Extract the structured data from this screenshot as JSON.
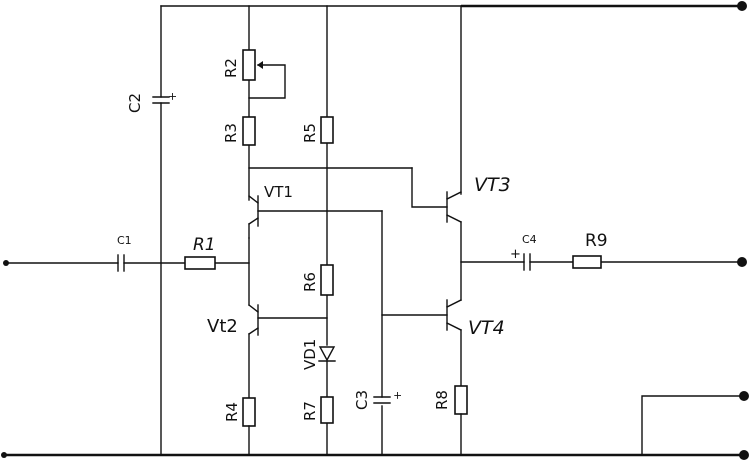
{
  "labels": {
    "R1": "R1",
    "R2": "R2",
    "R3": "R3",
    "R4": "R4",
    "R5": "R5",
    "R6": "R6",
    "R7": "R7",
    "R8": "R8",
    "R9": "R9",
    "C1": "C1",
    "C2": "C2",
    "C3": "C3",
    "C4": "C4",
    "VT1": "VT1",
    "Vt2": "Vt2",
    "VT3": "VT3",
    "VT4": "VT4",
    "VD1": "VD1",
    "plus": "+"
  }
}
